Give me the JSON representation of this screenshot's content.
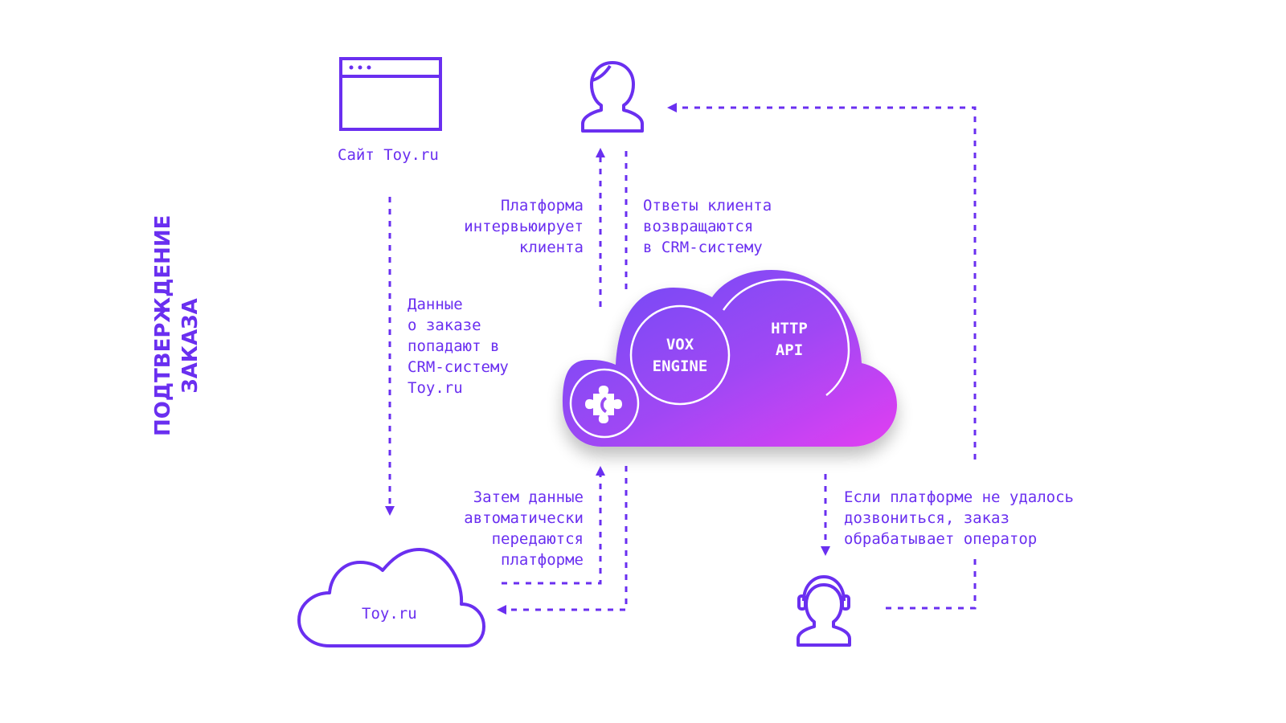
{
  "title": {
    "line1": "ПОДТВЕРЖДЕНИЕ",
    "line2": "ЗАКАЗА"
  },
  "nodes": {
    "site_label": "Сайт Toy.ru",
    "crm_cloud_label": "Toy.ru",
    "vox_engine": "VOX\nENGINE",
    "http_api": "HTTP\nAPI"
  },
  "edges": {
    "order_to_crm": "Данные\nо заказе\nпопадают в\nCRM-систему\nToy.ru",
    "crm_to_platform": "Затем данные\nавтоматически\nпередаются\nплатформе",
    "platform_interviews": "Платформа\nинтервьюирует\nклиента",
    "answers_return": "Ответы клиента\nвозвращаются\nв CRM-систему",
    "operator_fallback": "Если платформе не удалось\nдозвониться, заказ\nобрабатывает оператор"
  },
  "colors": {
    "accent": "#6a2ff0",
    "cloud_gradient_start": "#7a4cf6",
    "cloud_gradient_end": "#e040f5"
  },
  "icons": [
    "browser-window-icon",
    "user-icon",
    "operator-headset-icon",
    "puzzle-phone-icon",
    "cloud-icon"
  ]
}
